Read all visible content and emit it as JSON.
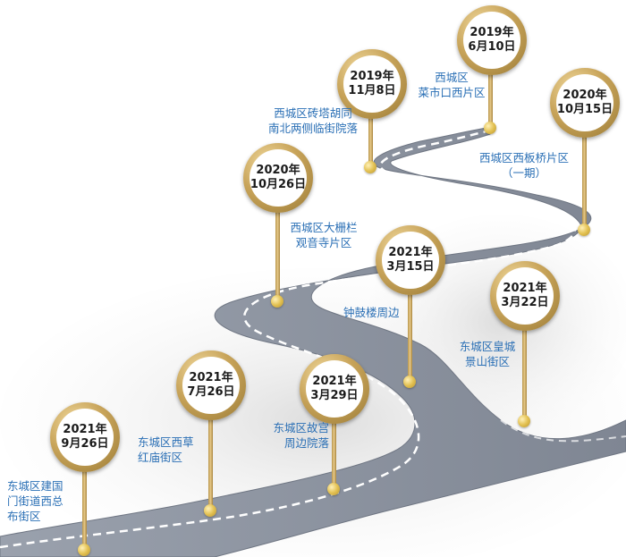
{
  "milestones": [
    {
      "id": "m1",
      "year": "2021年",
      "date": "9月26日",
      "place_lines": [
        "东城区建国",
        "门街道西总",
        "布街区"
      ]
    },
    {
      "id": "m2",
      "year": "2021年",
      "date": "7月26日",
      "place_lines": [
        "东城区西草",
        "红庙街区"
      ]
    },
    {
      "id": "m3",
      "year": "2021年",
      "date": "3月29日",
      "place_lines": [
        "东城区故宫",
        "周边院落"
      ]
    },
    {
      "id": "m4",
      "year": "2021年",
      "date": "3月15日",
      "place_lines": [
        "钟鼓楼周边"
      ]
    },
    {
      "id": "m5",
      "year": "2021年",
      "date": "3月22日",
      "place_lines": [
        "东城区皇城",
        "景山街区"
      ]
    },
    {
      "id": "m6",
      "year": "2020年",
      "date": "10月26日",
      "place_lines": [
        "西城区大栅栏",
        "观音寺片区"
      ]
    },
    {
      "id": "m7",
      "year": "2019年",
      "date": "11月8日",
      "place_lines": [
        "西城区砖塔胡同",
        "南北两侧临街院落"
      ]
    },
    {
      "id": "m8",
      "year": "2019年",
      "date": "6月10日",
      "place_lines": [
        "西城区",
        "菜市口西片区"
      ]
    },
    {
      "id": "m9",
      "year": "2020年",
      "date": "10月15日",
      "place_lines": [
        "西城区西板桥片区",
        "（一期）"
      ]
    }
  ],
  "colors": {
    "road": "#8e95a1",
    "road_edge": "#6f7683",
    "road_dash": "#ffffff",
    "gold": "#c8a45a",
    "label_blue": "#2a6fb5",
    "shadow": "#e6e6e6"
  }
}
